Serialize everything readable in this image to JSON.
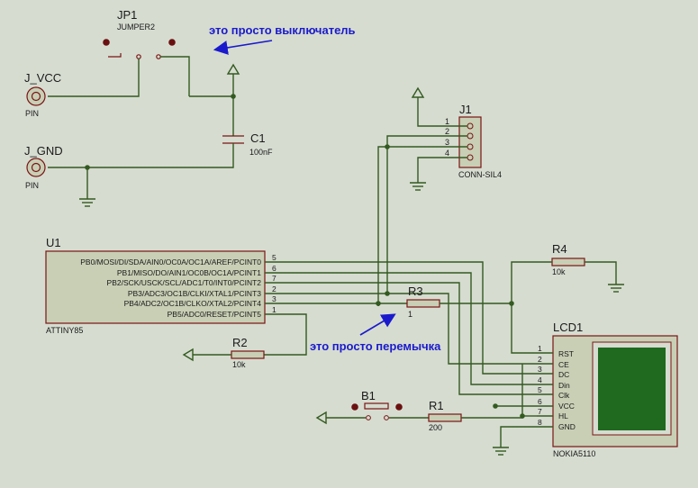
{
  "jp1": {
    "ref": "JP1",
    "value": "JUMPER2",
    "note": "это просто выключатель"
  },
  "jvcc": {
    "ref": "J_VCC",
    "type": "PIN"
  },
  "jgnd": {
    "ref": "J_GND",
    "type": "PIN"
  },
  "c1": {
    "ref": "C1",
    "value": "100nF"
  },
  "j1": {
    "ref": "J1",
    "value": "CONN-SIL4",
    "pins": [
      "1",
      "2",
      "3",
      "4"
    ]
  },
  "u1": {
    "ref": "U1",
    "value": "ATTINY85",
    "pins": [
      {
        "label": "PB0/MOSI/DI/SDA/AIN0/OC0A/OC1A/AREF/PCINT0",
        "num": "5"
      },
      {
        "label": "PB1/MISO/DO/AIN1/OC0B/OC1A/PCINT1",
        "num": "6"
      },
      {
        "label": "PB2/SCK/USCK/SCL/ADC1/T0/INT0/PCINT2",
        "num": "7"
      },
      {
        "label": "PB3/ADC3/OC1B/CLKI/XTAL1/PCINT3",
        "num": "2"
      },
      {
        "label": "PB4/ADC2/OC1B/CLKO/XTAL2/PCINT4",
        "num": "3"
      },
      {
        "label": "PB5/ADC0/RESET/PCINT5",
        "num": "1"
      }
    ]
  },
  "r1": {
    "ref": "R1",
    "value": "200"
  },
  "r2": {
    "ref": "R2",
    "value": "10k"
  },
  "r3": {
    "ref": "R3",
    "value": "1",
    "note": "это просто перемычка"
  },
  "r4": {
    "ref": "R4",
    "value": "10k"
  },
  "b1": {
    "ref": "B1"
  },
  "lcd": {
    "ref": "LCD1",
    "value": "NOKIA5110",
    "pins": [
      {
        "num": "1",
        "label": "RST"
      },
      {
        "num": "2",
        "label": "CE"
      },
      {
        "num": "3",
        "label": "DC"
      },
      {
        "num": "4",
        "label": "Din"
      },
      {
        "num": "5",
        "label": "Clk"
      },
      {
        "num": "6",
        "label": "VCC"
      },
      {
        "num": "7",
        "label": "HL"
      },
      {
        "num": "8",
        "label": "GND"
      }
    ]
  },
  "colors": {
    "wire": "#335a20",
    "component": "#7a1414",
    "body": "#c8cfb5",
    "note": "#1a1acc",
    "background": "#d6dcd0",
    "lcd_screen": "#1f6a1f"
  }
}
